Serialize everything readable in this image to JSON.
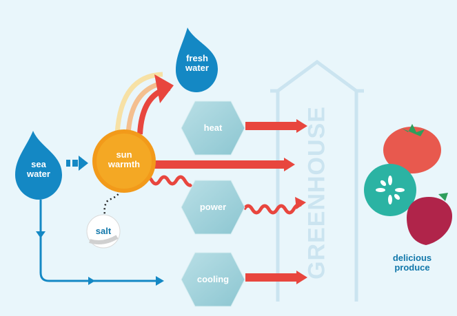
{
  "nodes": {
    "sea_water": "sea\nwater",
    "fresh_water": "fresh\nwater",
    "sun_warmth": "sun\nwarmth",
    "salt": "salt",
    "heat": "heat",
    "power": "power",
    "cooling": "cooling",
    "greenhouse": "GREENHOUSE",
    "produce": "delicious\nproduce"
  },
  "colors": {
    "background": "#e9f6fb",
    "water_blue": "#1488c4",
    "arrow_red": "#e8463e",
    "sun_orange": "#f29a1a",
    "hex_teal": "#9ccfd8",
    "greenhouse_outline": "#cbe4f0",
    "tomato": "#e8594e",
    "cucumber": "#2bb3a3",
    "strawberry": "#b0244a"
  }
}
